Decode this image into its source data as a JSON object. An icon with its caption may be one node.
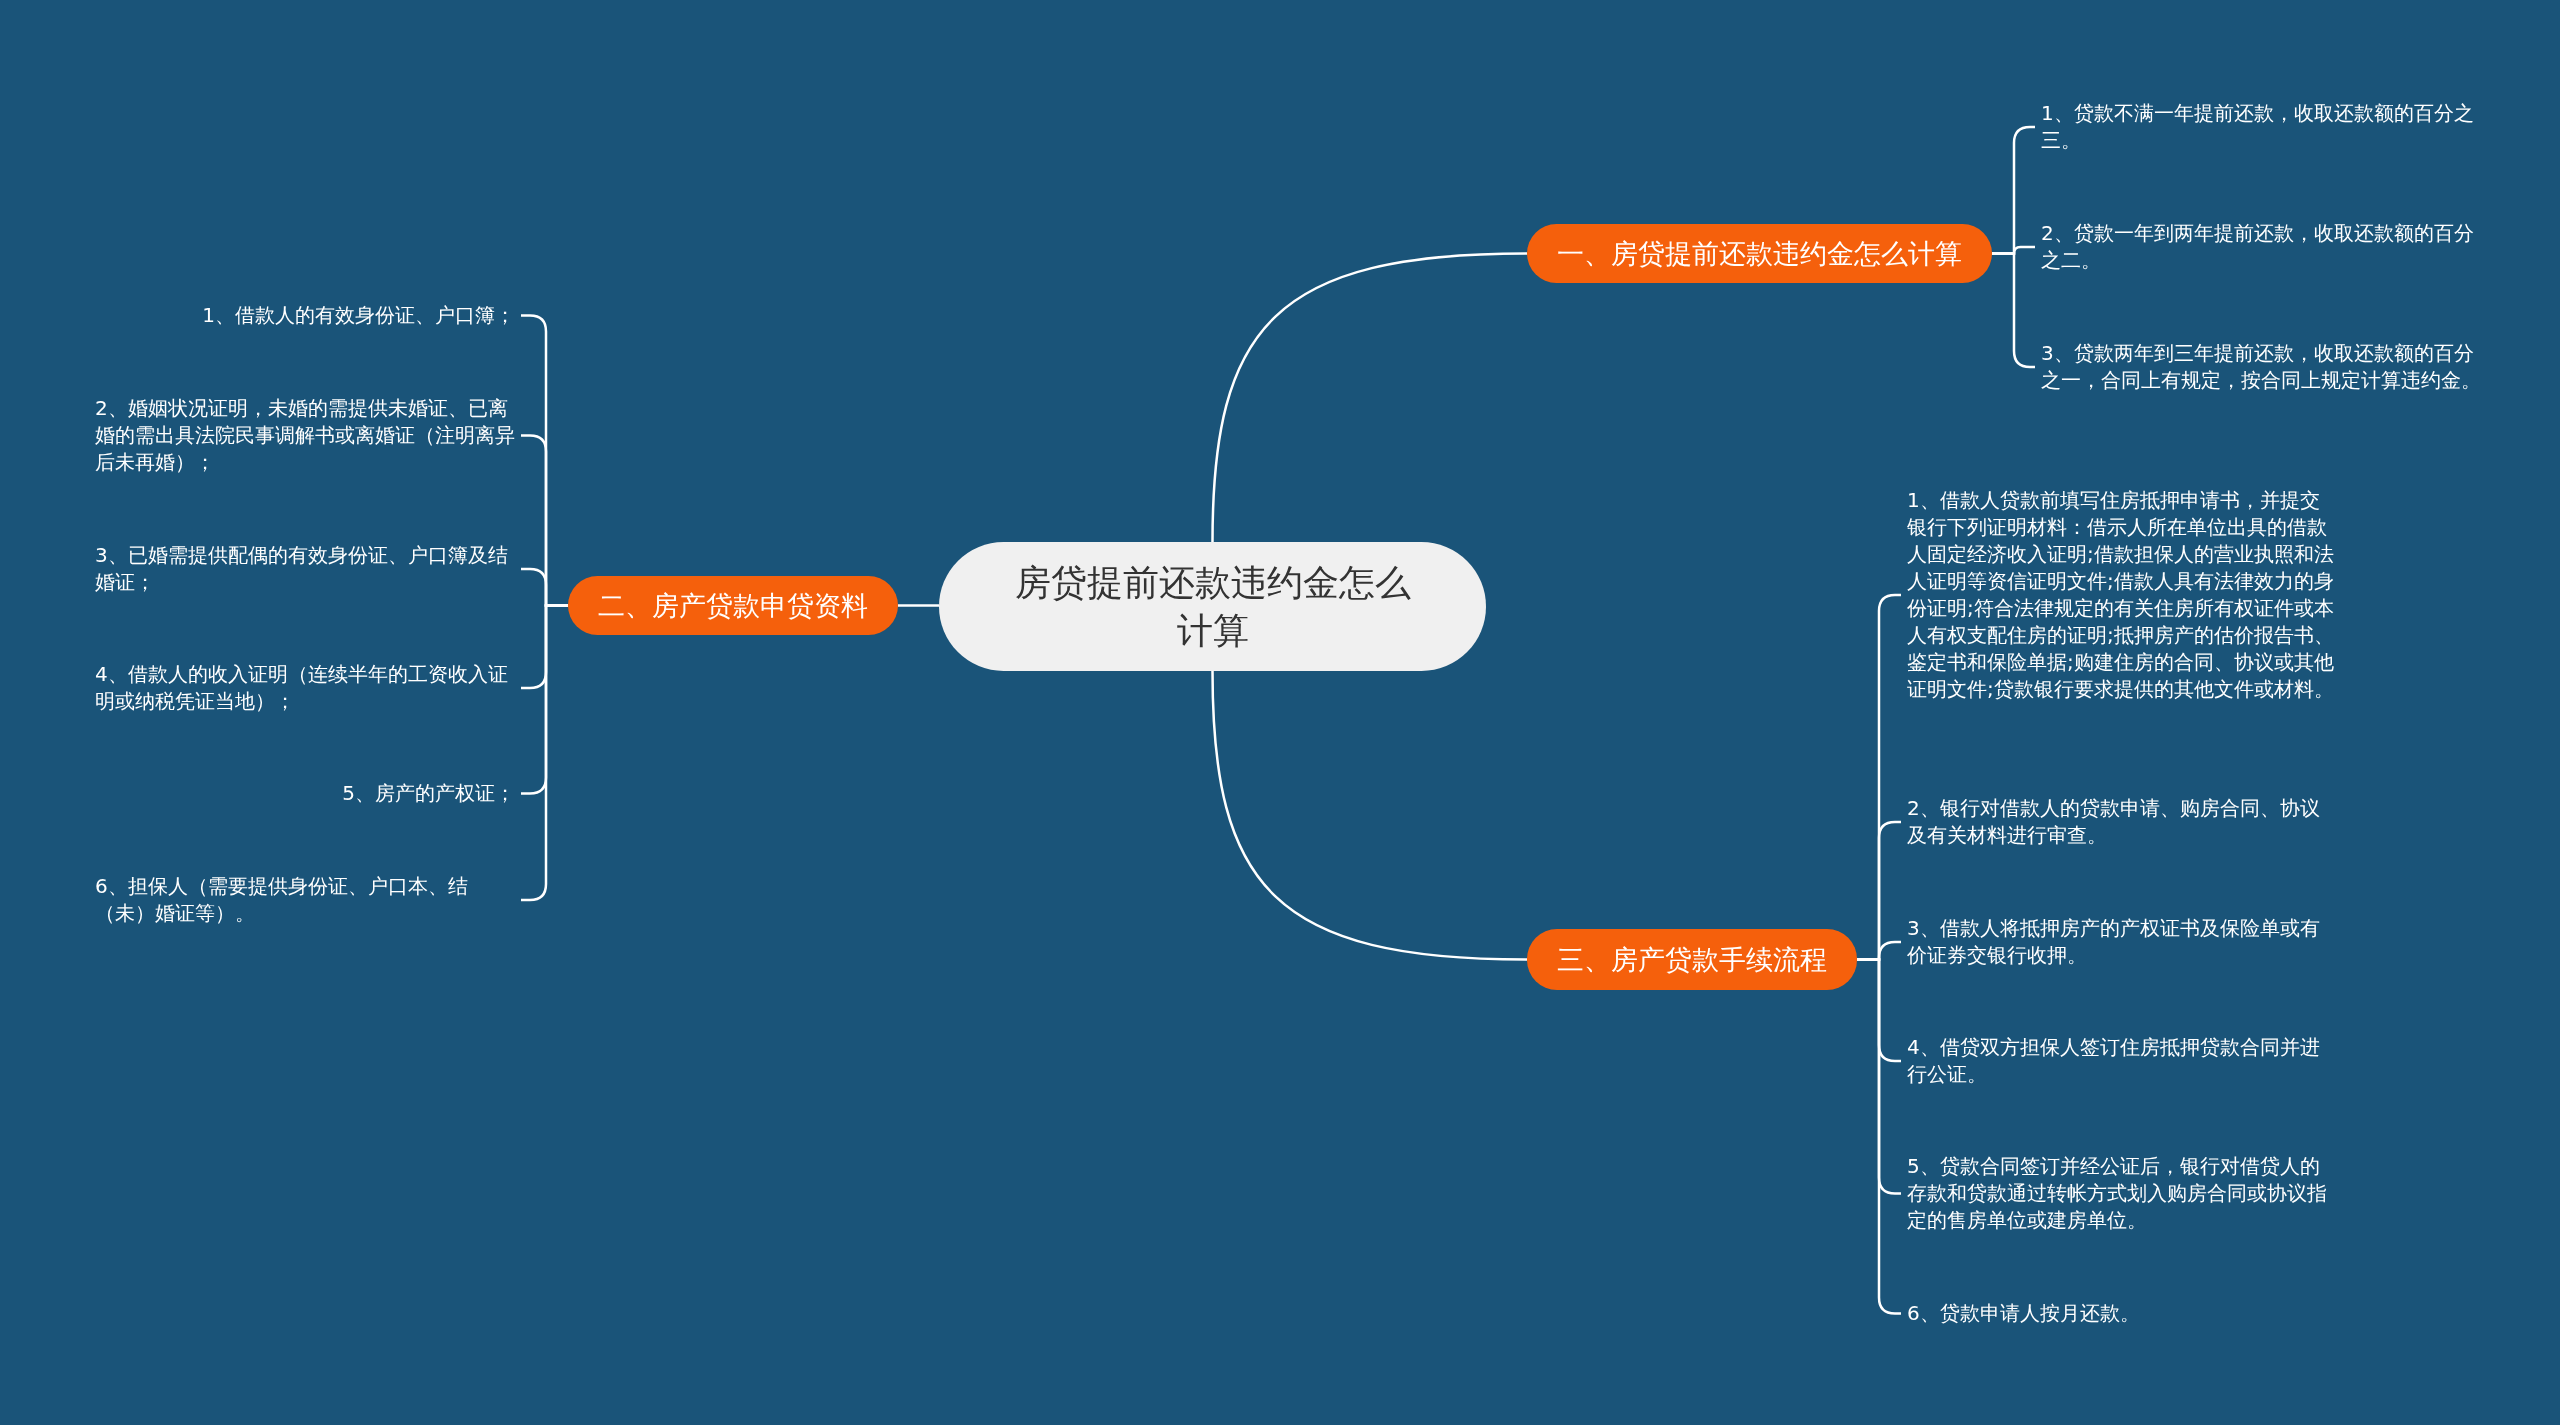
{
  "diagram": {
    "nodes": [
      {
        "text": [
          "房贷提前还款违约金怎么计算"
        ]
      },
      {
        "text": [
          "一、房贷提前还款违约金怎么计算"
        ]
      },
      {
        "text": [
          "1、贷款不满一年提前还款，收取还款额的百分之三。"
        ]
      },
      {
        "text": [
          "2、贷款一年到两年提前还款，收取还款额的百分之二。"
        ]
      },
      {
        "text": [
          "3、贷款两年到三年提前还款，收取还款额的百分之一，合同上有规定，按合同上规定计算违约金。"
        ]
      },
      {
        "text": [
          "二、房产贷款申贷资料"
        ]
      },
      {
        "text": [
          "1、借款人的有效身份证、户口簿；"
        ]
      },
      {
        "text": [
          "2、婚姻状况证明，未婚的需提供未婚证、已离婚的需出具法院民事调解书或离婚证（注明离异后未再婚）；"
        ]
      },
      {
        "text": [
          "3、已婚需提供配偶的有效身份证、户口簿及结婚证；"
        ]
      },
      {
        "text": [
          "4、借款人的收入证明（连续半年的工资收入证明或纳税凭证当地）；"
        ]
      },
      {
        "text": [
          "5、房产的产权证；"
        ]
      },
      {
        "text": [
          "6、担保人（需要提供身份证、户口本、结（未）婚证等）。"
        ]
      },
      {
        "text": [
          "三、房产贷款手续流程"
        ]
      },
      {
        "text": [
          "1、借款人贷款前填写住房抵押申请书，并提交银行下列证明材料：借示人所在单位出具的借款人固定经济收入证明;借款担保人的营业执照和法人证明等资信证明文件;借款人具有法律效力的身份证明;符合法律规定的有关住房所有权证件或本人有权支配住房的证明;抵押房产的估价报告书、鉴定书和保险单据;购建住房的合同、协议或其他证明文件;贷款银行要求提供的其他文件或材料。"
        ]
      },
      {
        "text": [
          "2、银行对借款人的贷款申请、购房合同、协议及有关材料进行审查。"
        ]
      },
      {
        "text": [
          "3、借款人将抵押房产的产权证书及保险单或有价证券交银行收押。"
        ]
      },
      {
        "text": [
          "4、借贷双方担保人签订住房抵押贷款合同并进行公证。"
        ]
      },
      {
        "text": [
          "5、贷款合同签订并经公证后，银行对借贷人的存款和贷款通过转帐方式划入购房合同或协议指定的售房单位或建房单位。"
        ]
      },
      {
        "text": [
          "6、贷款申请人按月还款。"
        ]
      }
    ],
    "edges": [
      {
        "from": 0,
        "to": 1,
        "arrow": "none"
      },
      {
        "from": 0,
        "to": 5,
        "arrow": "none"
      },
      {
        "from": 0,
        "to": 12,
        "arrow": "none"
      },
      {
        "from": 1,
        "to": 2,
        "arrow": "none"
      },
      {
        "from": 1,
        "to": 3,
        "arrow": "none"
      },
      {
        "from": 1,
        "to": 4,
        "arrow": "none"
      },
      {
        "from": 5,
        "to": 6,
        "arrow": "none"
      },
      {
        "from": 5,
        "to": 7,
        "arrow": "none"
      },
      {
        "from": 5,
        "to": 8,
        "arrow": "none"
      },
      {
        "from": 5,
        "to": 9,
        "arrow": "none"
      },
      {
        "from": 5,
        "to": 10,
        "arrow": "none"
      },
      {
        "from": 5,
        "to": 11,
        "arrow": "none"
      },
      {
        "from": 12,
        "to": 13,
        "arrow": "none"
      },
      {
        "from": 12,
        "to": 14,
        "arrow": "none"
      },
      {
        "from": 12,
        "to": 15,
        "arrow": "none"
      },
      {
        "from": 12,
        "to": 16,
        "arrow": "none"
      },
      {
        "from": 12,
        "to": 17,
        "arrow": "none"
      },
      {
        "from": 12,
        "to": 18,
        "arrow": "none"
      }
    ]
  }
}
